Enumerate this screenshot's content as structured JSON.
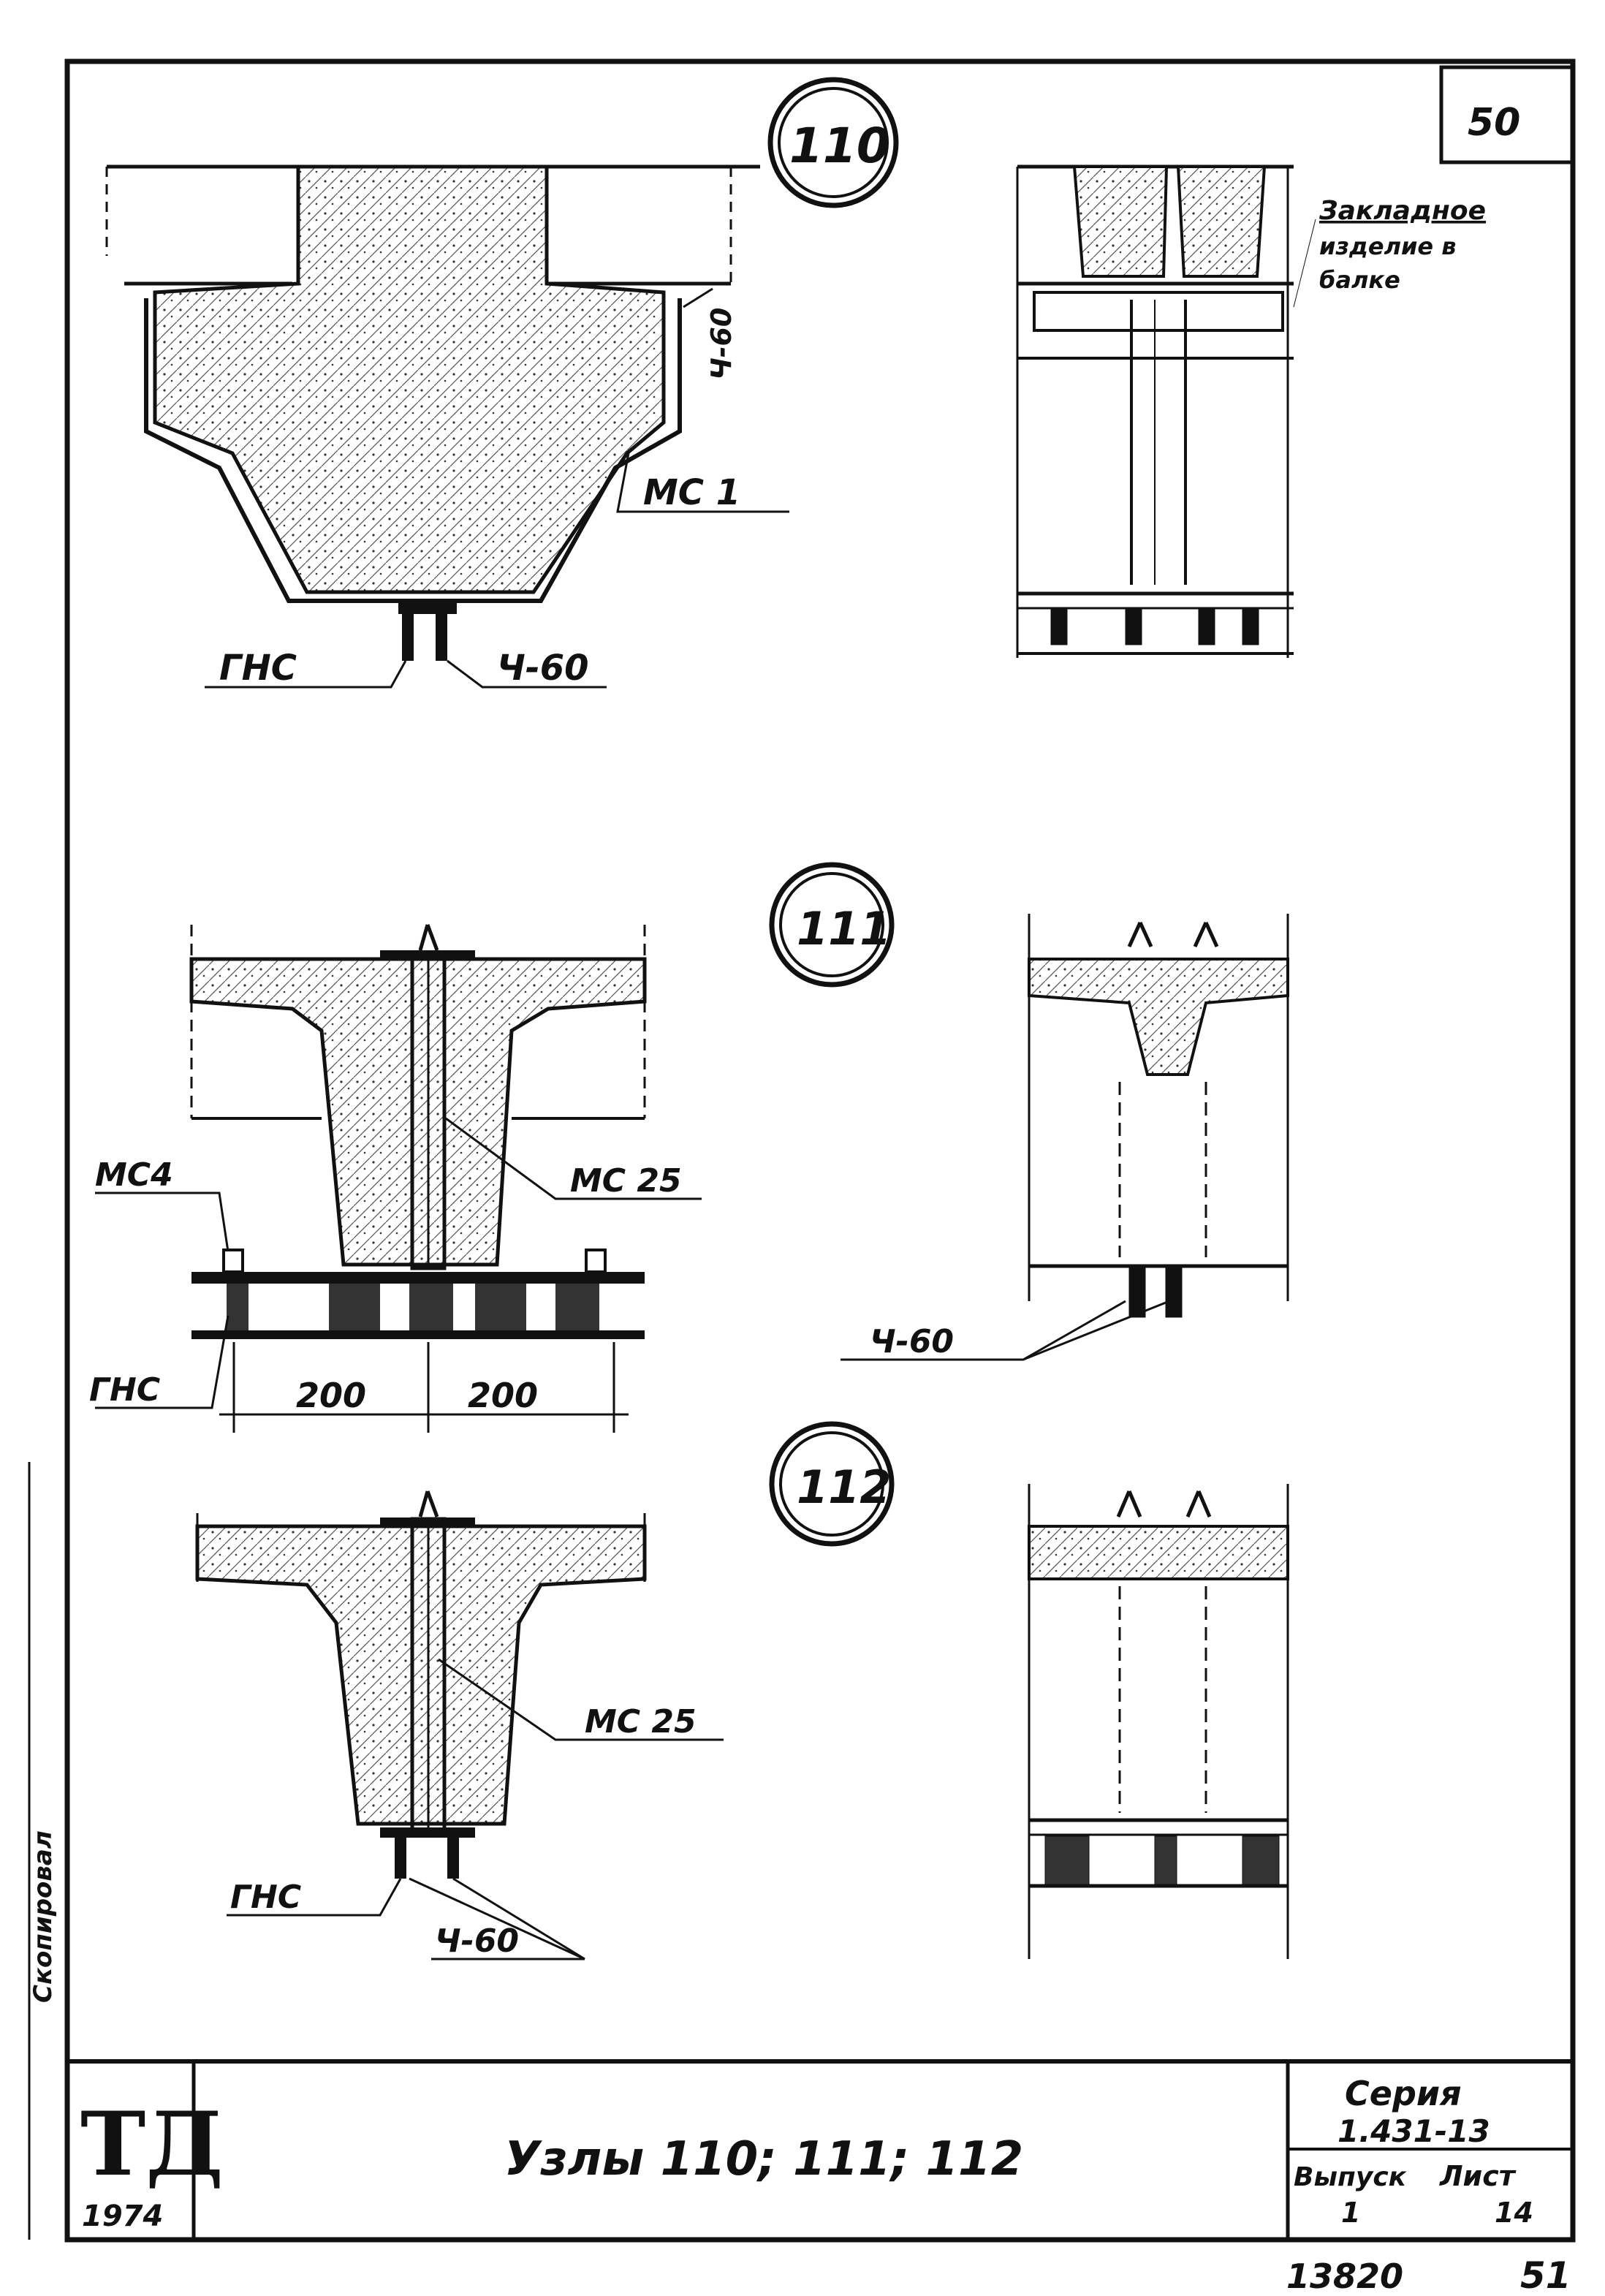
{
  "sheet_number": "50",
  "nodes": [
    {
      "id": "110",
      "labels": {
        "embedded_part": [
          "Закладное",
          "изделие в",
          "балке"
        ],
        "weld_side": "Ч-60",
        "mesh": "МС 1",
        "nut": "ГНС",
        "weld_bottom": "Ч-60"
      }
    },
    {
      "id": "111",
      "labels": {
        "mesh_left": "МС4",
        "mesh_center": "МС 25",
        "nut": "ГНС",
        "dim_left": "200",
        "dim_right": "200",
        "weld": "Ч-60"
      }
    },
    {
      "id": "112",
      "labels": {
        "mesh_center": "МС 25",
        "nut": "ГНС",
        "weld": "Ч-60"
      }
    }
  ],
  "title_block": {
    "logo": "ТД",
    "year": "1974",
    "title": "Узлы 110; 111; 112",
    "series_label": "Серия",
    "series_value": "1.431-13",
    "issue_label": "Выпуск",
    "sheet_label": "Лист",
    "issue_value": "1",
    "sheet_value": "14"
  },
  "stamp_vertical": "Скопировал",
  "bottom_number": "13820",
  "bottom_page": "51"
}
